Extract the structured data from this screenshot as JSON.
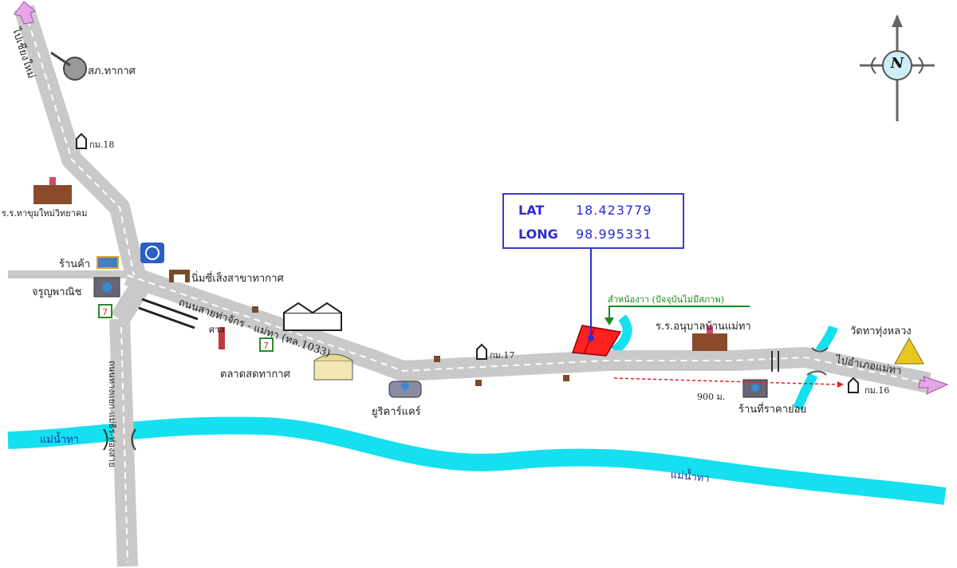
{
  "coordinates": {
    "lat_label": "LAT",
    "lat_value": "18.423779",
    "long_label": "LONG",
    "long_value": "98.995331"
  },
  "compass": {
    "north_label": "N"
  },
  "labels": {
    "to_chiang_mai_top": "ไปเชียงใหม่",
    "met_office": "สภ.ทากาศ",
    "km18": "กม.18",
    "school_ta_kat": "ร.ร.ทาขุมใหม่วิทยาคม",
    "shop_left": "ร้านค้า",
    "bank_left": "จรูญพาณิช",
    "savings_branch": "นิ่มซี่เส็งสาขาทากาศ",
    "road_name": "ถนนสายท่าจักร - แม่ทา (ทล.1033)",
    "temple_left": "ศาล",
    "ta_kat_market": "ตลาดสดทากาศ",
    "km17": "กม.17",
    "service_shop": "ยูริคาร์แคร์",
    "land_note": "สำหน้องาา (ปัจจุบันไม่มีสภาพ)",
    "school_mae_tha": "ร.ร.อนุบาลบ้านแม่ทา",
    "wat": "วัดทาทุ่งหลวง",
    "to_mae_tha": "ไปอำเภอแม่ทา",
    "distance": "900 ม.",
    "km16": "กม.16",
    "shop_right": "ร้านที่ราคาย่อย",
    "river_left": "แม่น้ำทา",
    "river_right": "แม่น้ำทา",
    "vertical_road": "ถนนทางแยก-แม่ธิร-ท่องสาย"
  },
  "colors": {
    "road": "#c9c9c9",
    "river": "#14e0f0",
    "plot": "#ff2020",
    "coord_border": "#3a3ad0",
    "arrow": "#e8a6e8",
    "land_note": "#1a8a1a"
  }
}
